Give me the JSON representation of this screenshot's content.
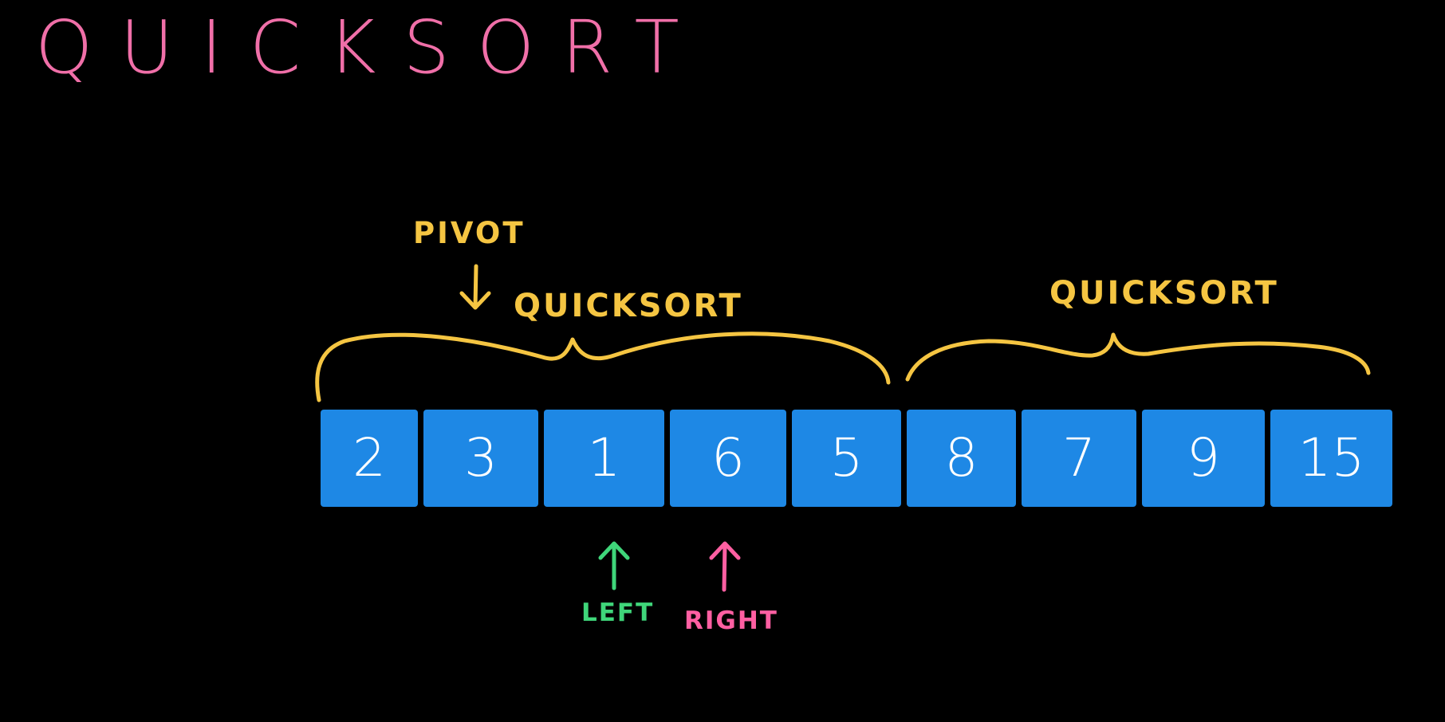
{
  "title": "QUICKSORT",
  "colors": {
    "background": "#000000",
    "title": "#f06fa8",
    "annotation": "#f5c542",
    "cell": "#1e88e5",
    "cell_text": "#ffffff",
    "left_pointer": "#3fd67a",
    "right_pointer": "#ff5fa2"
  },
  "annotations": {
    "pivot": "PIVOT",
    "left_partition": "QUICKSORT",
    "right_partition": "QUICKSORT",
    "left_pointer": "LEFT",
    "right_pointer": "RIGHT"
  },
  "array": [
    "2",
    "3",
    "1",
    "6",
    "5",
    "8",
    "7",
    "9",
    "15"
  ]
}
